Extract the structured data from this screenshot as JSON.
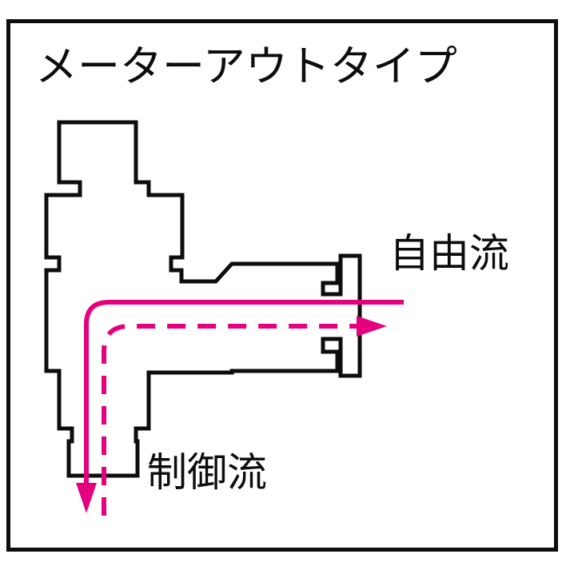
{
  "diagram": {
    "title": "メーターアウトタイプ",
    "type": "pneumatic-speed-controller-cross-section",
    "labels": {
      "free_flow": "自由流",
      "controlled_flow": "制御流"
    },
    "colors": {
      "outline": "#0d0d0d",
      "flow_accent": "#e5007d",
      "background": "#ffffff",
      "frame": "#0d0d0d"
    },
    "flow_paths": [
      {
        "name": "free-flow-path",
        "style": "solid",
        "label": "自由流",
        "arrow": "down",
        "description": "solid magenta line entering from right, turning down and exiting bottom with arrowhead"
      },
      {
        "name": "controlled-flow-path",
        "style": "dashed",
        "label": "制御流",
        "arrow": "right",
        "description": "dashed magenta line running horizontally right with arrowhead, turning down and exiting bottom"
      }
    ],
    "body": {
      "name": "valve-body-outline",
      "stroke_width": 5,
      "description": "cross-sectional outline of an elbow speed controller with adjustment knob on top, push-in fitting on right, and tube port at bottom"
    }
  }
}
